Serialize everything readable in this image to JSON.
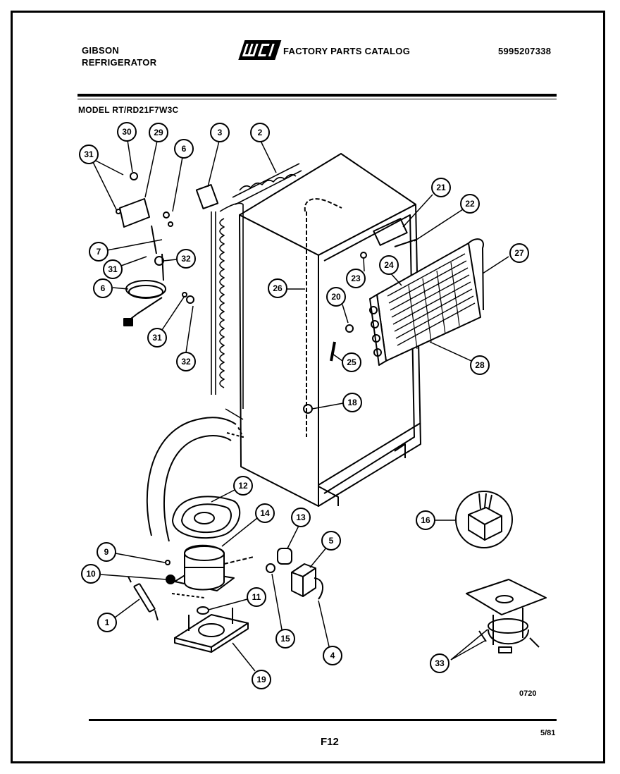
{
  "header": {
    "brand_line1": "GIBSON",
    "brand_line2": "REFRIGERATOR",
    "logo_text": "WCI",
    "catalog_title": "FACTORY PARTS CATALOG",
    "catalog_number": "5995207338",
    "model_line": "MODEL RT/RD21F7W3C"
  },
  "footer": {
    "page_code": "F12",
    "date": "5/81",
    "drawing_number": "0720"
  },
  "callouts": [
    {
      "id": "c30",
      "label": "30"
    },
    {
      "id": "c29",
      "label": "29"
    },
    {
      "id": "c31a",
      "label": "31"
    },
    {
      "id": "c6a",
      "label": "6"
    },
    {
      "id": "c3",
      "label": "3"
    },
    {
      "id": "c2",
      "label": "2"
    },
    {
      "id": "c21",
      "label": "21"
    },
    {
      "id": "c22",
      "label": "22"
    },
    {
      "id": "c27",
      "label": "27"
    },
    {
      "id": "c7",
      "label": "7"
    },
    {
      "id": "c32a",
      "label": "32"
    },
    {
      "id": "c31b",
      "label": "31"
    },
    {
      "id": "c6b",
      "label": "6"
    },
    {
      "id": "c26",
      "label": "26"
    },
    {
      "id": "c20",
      "label": "20"
    },
    {
      "id": "c23",
      "label": "23"
    },
    {
      "id": "c24",
      "label": "24"
    },
    {
      "id": "c31c",
      "label": "31"
    },
    {
      "id": "c32b",
      "label": "32"
    },
    {
      "id": "c25",
      "label": "25"
    },
    {
      "id": "c28",
      "label": "28"
    },
    {
      "id": "c18",
      "label": "18"
    },
    {
      "id": "c12",
      "label": "12"
    },
    {
      "id": "c14",
      "label": "14"
    },
    {
      "id": "c13",
      "label": "13"
    },
    {
      "id": "c5",
      "label": "5"
    },
    {
      "id": "c16",
      "label": "16"
    },
    {
      "id": "c9",
      "label": "9"
    },
    {
      "id": "c10",
      "label": "10"
    },
    {
      "id": "c11",
      "label": "11"
    },
    {
      "id": "c1",
      "label": "1"
    },
    {
      "id": "c15",
      "label": "15"
    },
    {
      "id": "c4",
      "label": "4"
    },
    {
      "id": "c19",
      "label": "19"
    },
    {
      "id": "c33",
      "label": "33"
    }
  ]
}
